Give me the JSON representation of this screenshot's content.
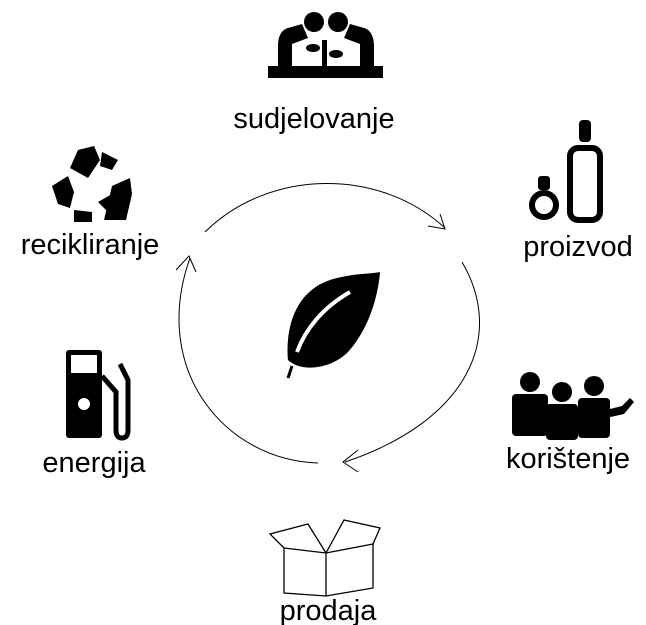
{
  "diagram": {
    "center_icon": "leaf-icon",
    "stages": [
      {
        "id": "sudjelovanje",
        "label": "sudjelovanje",
        "icon": "people-planting-icon"
      },
      {
        "id": "proizvod",
        "label": "proizvod",
        "icon": "gas-bottles-icon"
      },
      {
        "id": "koristenje",
        "label": "korištenje",
        "icon": "group-of-people-icon"
      },
      {
        "id": "prodaja",
        "label": "prodaja",
        "icon": "open-box-icon"
      },
      {
        "id": "energija",
        "label": "energija",
        "icon": "fuel-pump-icon"
      },
      {
        "id": "recikliranje",
        "label": "recikliranje",
        "icon": "recycle-icon"
      }
    ],
    "colors": {
      "ink": "#000000",
      "background": "#ffffff"
    }
  }
}
